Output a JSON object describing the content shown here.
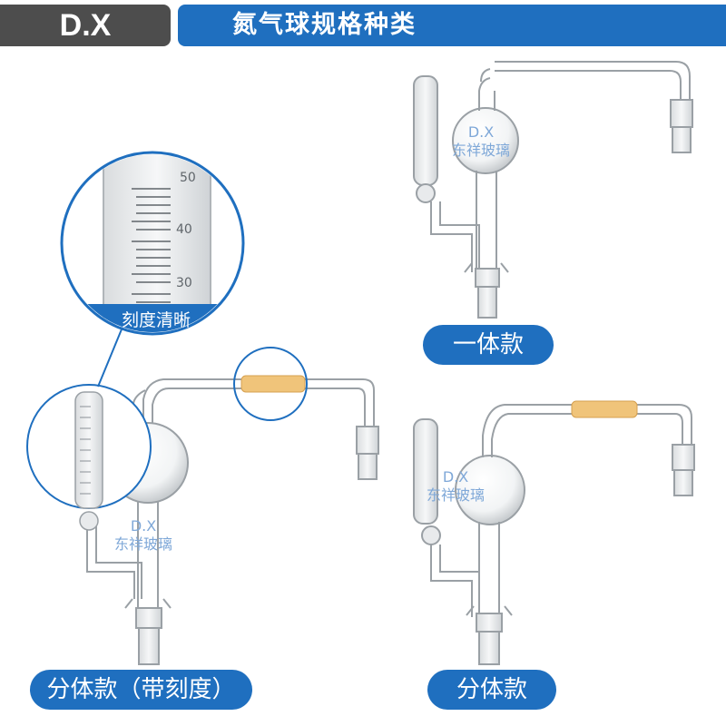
{
  "header": {
    "brand": "D.X",
    "title": "氮气球规格种类"
  },
  "labels": {
    "integrated": "一体款",
    "graduated": "分体款（带刻度）",
    "separate": "分体款"
  },
  "watermark": {
    "line1": "D.X",
    "line2": "东祥玻璃"
  },
  "zoom": {
    "caption": "刻度清晰",
    "scale_numbers": [
      "50",
      "40",
      "30"
    ]
  },
  "colors": {
    "brand_bg": "#4d4d4d",
    "accent": "#1f6fbf",
    "tubing": "#f0c47a"
  }
}
